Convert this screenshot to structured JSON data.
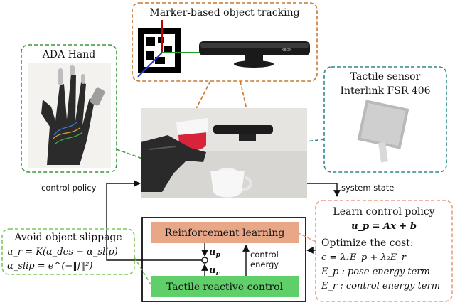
{
  "marker_panel": {
    "title": "Marker-based object tracking",
    "camera_brand": "XBOX"
  },
  "ada_panel": {
    "title": "ADA Hand"
  },
  "sensor_panel": {
    "title_line1": "Tactile sensor",
    "title_line2": "Interlink FSR 406"
  },
  "arrows": {
    "control_policy": "control policy",
    "system_state": "system state"
  },
  "rl_block": {
    "label": "Reinforcement learning"
  },
  "trc_block": {
    "label": "Tactile reactive control"
  },
  "signals": {
    "up": "u",
    "up_sub": "p",
    "ur": "u",
    "ur_sub": "r",
    "control_energy_1": "control",
    "control_energy_2": "energy"
  },
  "slippage_panel": {
    "title": "Avoid object slippage",
    "eq1": "u_r = K(α_des − α_slip)",
    "eq2": "α_slip = e^(−‖f‖²)"
  },
  "learn_panel": {
    "title": "Learn control policy",
    "policy_eq": "u_p = Ax + b",
    "optimize": "Optimize the cost:",
    "cost_eq": "c = λ₁E_p + λ₂E_r",
    "ep_def": "E_p : pose energy term",
    "er_def": "E_r : control energy term"
  },
  "colors": {
    "orange_dash": "#c87832",
    "green_dash": "#3a9a3a",
    "teal_dash": "#2f8a8a",
    "peach_dash": "#e8a080",
    "light_green_dash": "#7cc85a",
    "rl_fill": "#e8a888",
    "trc_fill": "#5fcf6a"
  }
}
